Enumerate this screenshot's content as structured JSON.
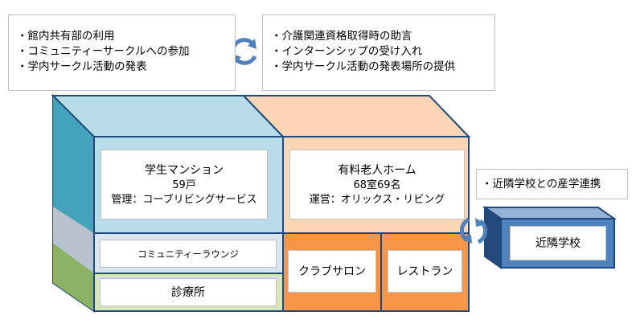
{
  "callouts": {
    "left": [
      "館内共有部の利用",
      "コミュニティーサークルへの参加",
      "学内サークル活動の発表"
    ],
    "right": [
      "介護関連資格取得時の助言",
      "インターンシップの受け入れ",
      "学内サークル活動の発表場所の提供"
    ],
    "school": [
      "近隣学校との産学連携"
    ]
  },
  "student_mansion": {
    "title": "学生マンション",
    "units": "59戸",
    "management": "管理：コーブリビングサービス"
  },
  "nursing_home": {
    "title": "有料老人ホーム",
    "rooms": "68室69名",
    "operation": "運営：オリックス・リビング"
  },
  "community_lounge": "コミュニティーラウンジ",
  "clinic": "診療所",
  "club_salon": "クラブサロン",
  "restaurant": "レストラン",
  "neighbor_school": "近隣学校",
  "colors": {
    "mansion_fill": "#b8dde8",
    "home_fill": "#fcd5b5",
    "orange": "#f79646",
    "lounge_fill": "#dbe5f1",
    "clinic_fill": "#d7e4bc",
    "border": "#1f497d",
    "school_fill": "#4f81bd",
    "arrow": "#4f81bd"
  }
}
